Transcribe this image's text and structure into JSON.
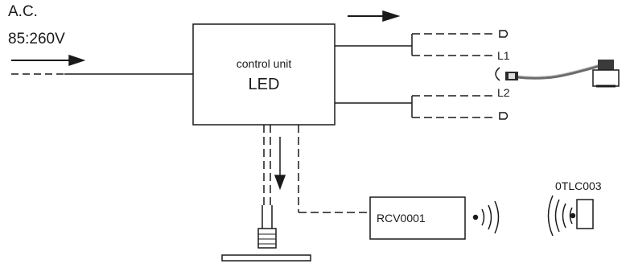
{
  "supply": {
    "line1": "A.C.",
    "line2": "85:260V"
  },
  "control_unit": {
    "subtitle": "control unit",
    "title": "LED"
  },
  "outputs": {
    "l1": "L1",
    "l2": "L2"
  },
  "receiver": {
    "label": "RCV0001"
  },
  "remote": {
    "label": "0TLC003"
  },
  "colors": {
    "line": "#1a1a1a",
    "background": "#ffffff"
  }
}
